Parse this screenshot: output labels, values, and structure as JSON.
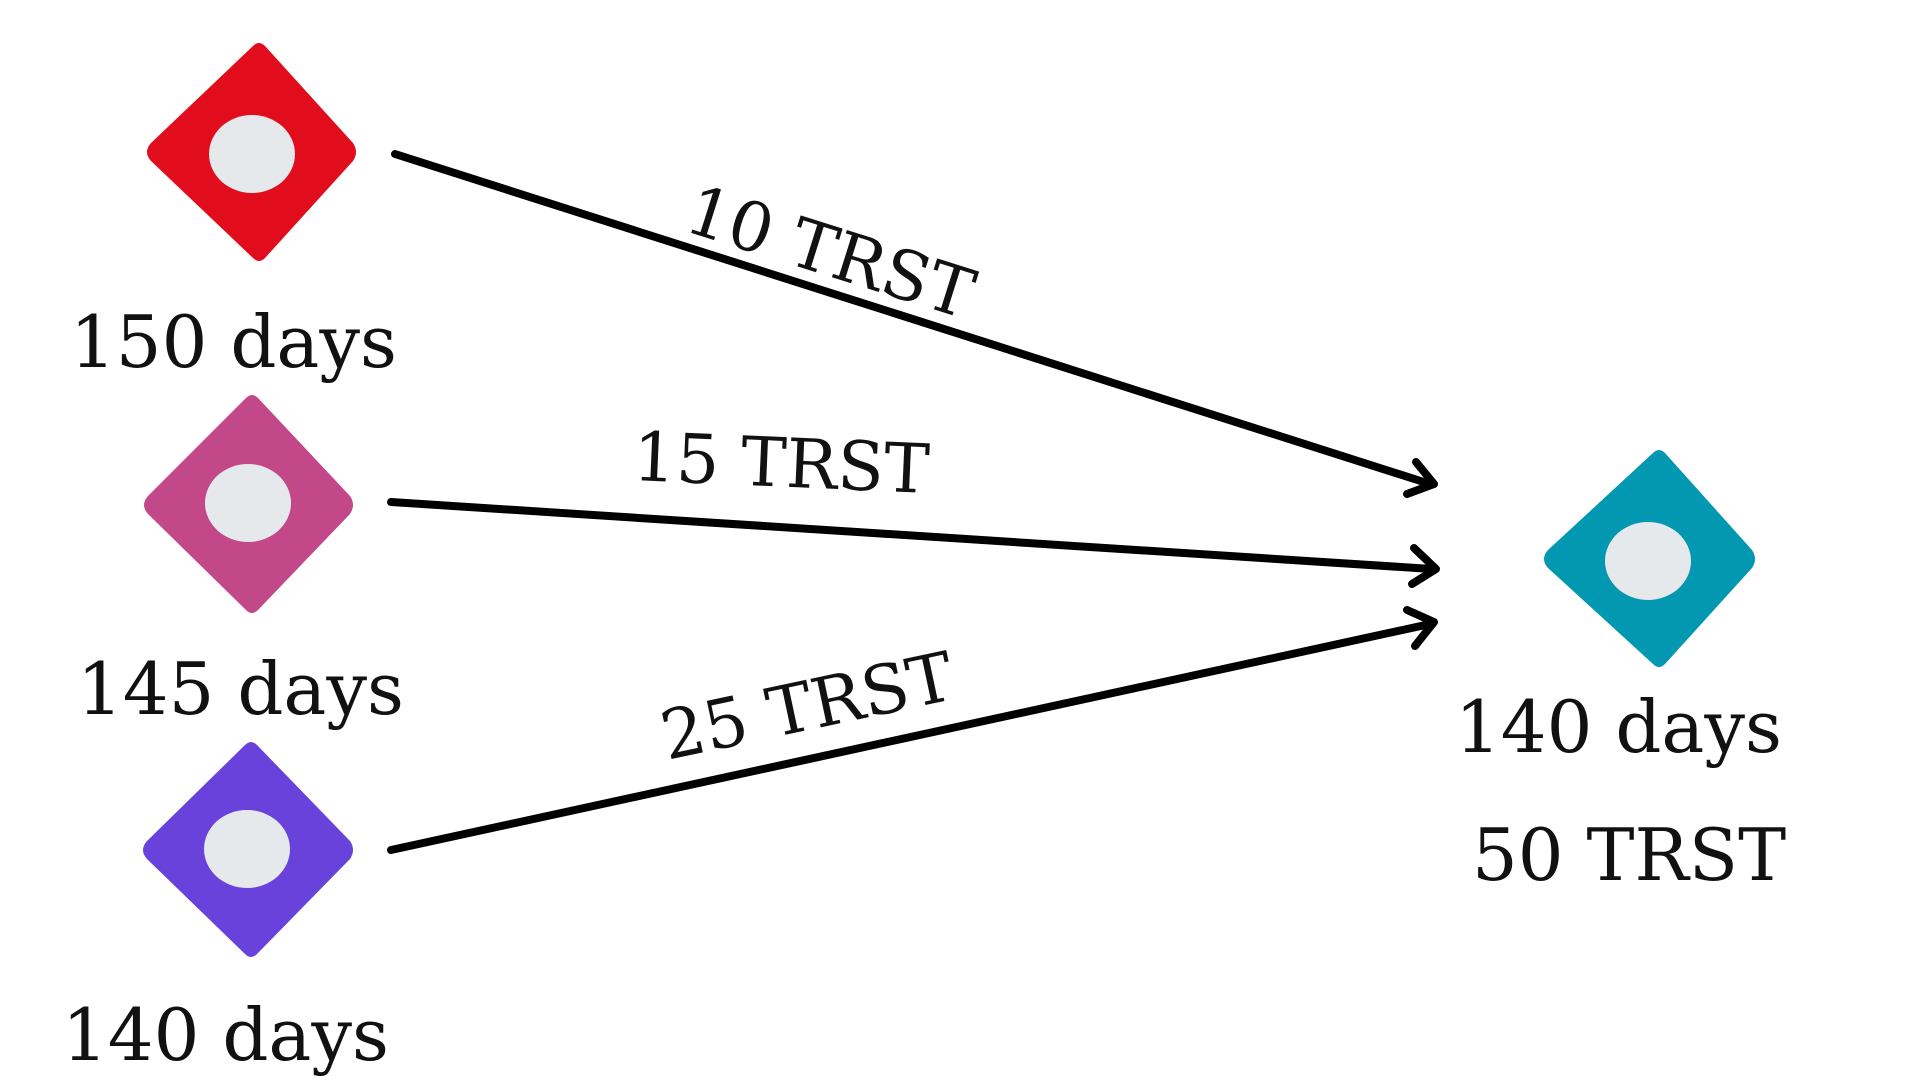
{
  "sources": [
    {
      "id": "red",
      "days_label": "150 days",
      "color": "#e20d1c"
    },
    {
      "id": "pink",
      "days_label": "145 days",
      "color": "#c3488a"
    },
    {
      "id": "purple",
      "days_label": "140 days",
      "color": "#6942db"
    }
  ],
  "target": {
    "days_label": "140 days",
    "amount_label": "50 TRST",
    "color": "#0298b2"
  },
  "edges": [
    {
      "from": "red",
      "label": "10 TRST"
    },
    {
      "from": "pink",
      "label": "15 TRST"
    },
    {
      "from": "purple",
      "label": "25 TRST"
    }
  ]
}
